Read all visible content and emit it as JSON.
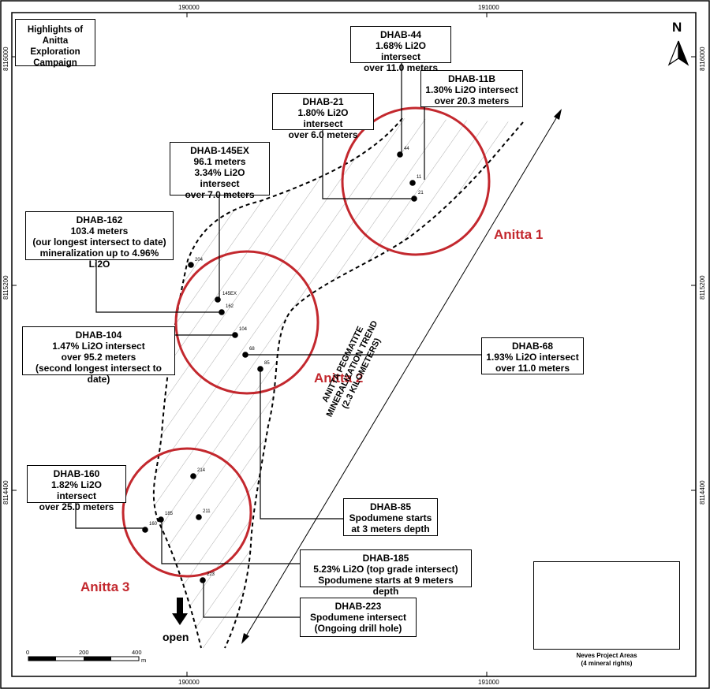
{
  "map_title": [
    "Highlights of Anitta",
    "Exploration",
    "Campaign"
  ],
  "north_label": "N",
  "coords": {
    "top": [
      "190000",
      "191000"
    ],
    "bottom": [
      "190000",
      "191000"
    ],
    "left": [
      "8116000",
      "8115200",
      "8114400"
    ],
    "right": [
      "8116000",
      "8115200",
      "8114400"
    ]
  },
  "area_labels": [
    "Anitta 1",
    "Anitta 2",
    "Anitta 3"
  ],
  "trend_label": [
    "ANITTA PEGMATITE",
    "MINERALIZATION TREND",
    "(2.3 KILOMETERS)"
  ],
  "open_label": "open",
  "scale": {
    "ticks": [
      "0",
      "200",
      "400"
    ],
    "unit": "m"
  },
  "inset_caption": [
    "Neves Project Areas",
    "(4 mineral rights)"
  ],
  "drill_holes": [
    {
      "id": "44"
    },
    {
      "id": "11"
    },
    {
      "id": "21"
    },
    {
      "id": "204"
    },
    {
      "id": "145EX"
    },
    {
      "id": "162"
    },
    {
      "id": "104"
    },
    {
      "id": "68"
    },
    {
      "id": "85"
    },
    {
      "id": "214"
    },
    {
      "id": "185"
    },
    {
      "id": "160"
    },
    {
      "id": "211"
    },
    {
      "id": "223"
    }
  ],
  "callouts": [
    {
      "title": "DHAB-44",
      "lines": [
        "1.68% Li2O intersect",
        "over 11.0 meters"
      ]
    },
    {
      "title": "DHAB-11B",
      "lines": [
        "1.30% Li2O intersect",
        "over 20.3 meters"
      ]
    },
    {
      "title": "DHAB-21",
      "lines": [
        "1.80% Li2O intersect",
        "over 6.0 meters"
      ]
    },
    {
      "title": "DHAB-145EX",
      "lines": [
        "96.1 meters",
        "3.34% Li2O intersect",
        "over 7.0 meters"
      ]
    },
    {
      "title": "DHAB-162",
      "lines": [
        "103.4 meters",
        "(our longest intersect to date)",
        "mineralization up to 4.96% Li2O"
      ]
    },
    {
      "title": "DHAB-104",
      "lines": [
        "1.47% Li2O intersect",
        "over 95.2 meters",
        "(second longest intersect to date)"
      ]
    },
    {
      "title": "DHAB-68",
      "lines": [
        "1.93% Li2O intersect",
        "over 11.0 meters"
      ]
    },
    {
      "title": "DHAB-160",
      "lines": [
        "1.82% Li2O intersect",
        "over 25.0 meters"
      ]
    },
    {
      "title": "DHAB-85",
      "lines": [
        "Spodumene starts",
        "at 3 meters depth"
      ]
    },
    {
      "title": "DHAB-185",
      "lines": [
        "5.23% Li2O (top grade intersect)",
        "Spodumene starts at 9 meters depth"
      ]
    },
    {
      "title": "DHAB-223",
      "lines": [
        "Spodumene intersect",
        "(Ongoing drill hole)"
      ]
    }
  ],
  "colors": {
    "circle": "#c3282e",
    "inset_fill": "#7fb2ea",
    "inset_highlight": "#e2161c"
  }
}
